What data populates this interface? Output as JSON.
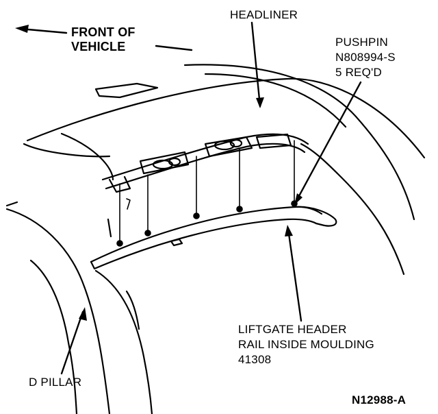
{
  "labels": {
    "front_of_vehicle": [
      "FRONT OF",
      "VEHICLE"
    ],
    "headliner": "HEADLINER",
    "pushpin": [
      "PUSHPIN",
      "N808994-S",
      "5 REQ'D"
    ],
    "liftgate_moulding": [
      "LIFTGATE HEADER",
      "RAIL INSIDE MOULDING",
      "41308"
    ],
    "d_pillar": "D PILLAR",
    "figure_number": "N12988-A"
  },
  "colors": {
    "ink": "#000000",
    "paper": "#ffffff"
  }
}
